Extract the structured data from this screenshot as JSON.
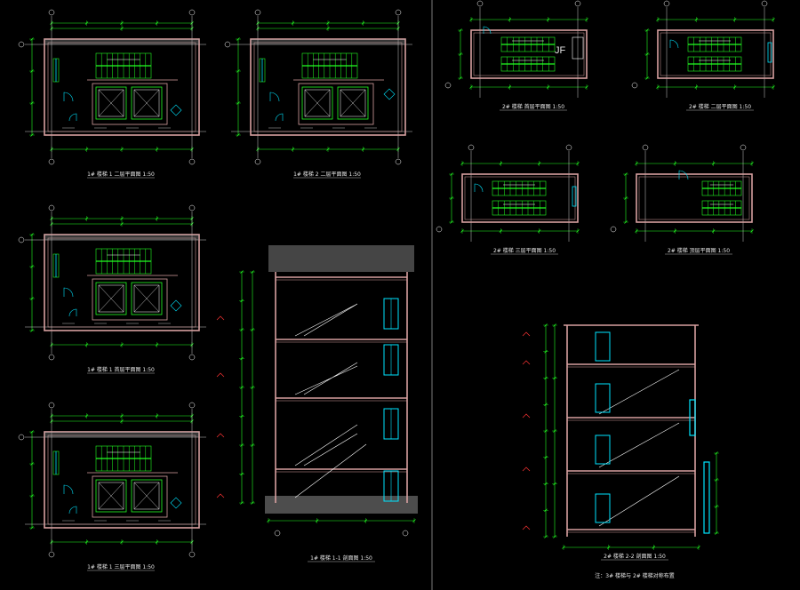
{
  "drawing": {
    "colors": {
      "background": "#000000",
      "wall": "#d8a0a0",
      "dimension": "#22ff22",
      "grid": "#ffffff",
      "window": "#00e5ff",
      "label": "#e6e6e6",
      "axis_mark": "#ff3333",
      "hatch": "#9a9a9a"
    },
    "captions": {
      "plan_1a_typical": "1# 楼梯 1 二层平面图 1:50",
      "plan_1b_typical": "1# 楼梯 2 二层平面图 1:50",
      "plan_1_ground": "1# 楼梯 1 首层平面图 1:50",
      "plan_1_third": "1# 楼梯 1 三层平面图 1:50",
      "section_1": "1# 楼梯 1-1 剖面图 1:50",
      "plan_2_ground": "2# 楼梯 首层平面图 1:50",
      "plan_2_second": "2# 楼梯 二层平面图 1:50",
      "plan_2_third": "2# 楼梯 三层平面图 1:50",
      "plan_2_top": "2# 楼梯 顶层平面图 1:50",
      "section_2": "2# 楼梯 2-2 剖面图 1:50",
      "section_2_note": "注：3# 楼梯与 2# 楼梯对称布置"
    },
    "shaft_label": "JF",
    "icons": [
      "elevator-icon",
      "door-swing-icon",
      "stair-arrow-icon",
      "axis-bubble-icon"
    ]
  }
}
